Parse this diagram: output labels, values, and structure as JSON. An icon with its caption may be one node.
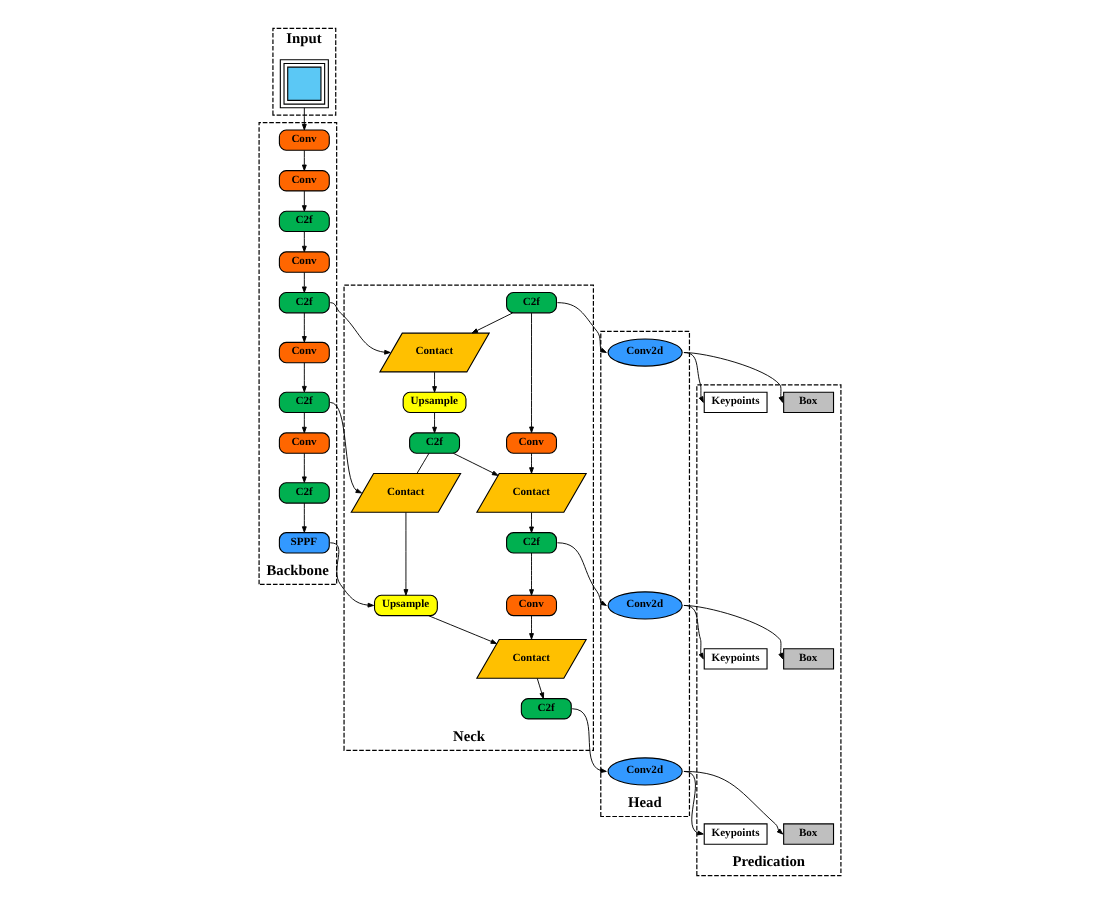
{
  "diagram": {
    "nodes": [
      {
        "text": [
          "Input"
        ]
      },
      {
        "text": [],
        "shape": "box",
        "in": 0
      },
      {
        "text": [
          "Backbone"
        ]
      },
      {
        "text": [
          "Conv"
        ],
        "in": 2
      },
      {
        "text": [
          "Conv"
        ],
        "in": 2
      },
      {
        "text": [
          "C2f"
        ],
        "in": 2
      },
      {
        "text": [
          "Conv"
        ],
        "in": 2
      },
      {
        "text": [
          "C2f"
        ],
        "in": 2
      },
      {
        "text": [
          "Conv"
        ],
        "in": 2
      },
      {
        "text": [
          "C2f"
        ],
        "in": 2
      },
      {
        "text": [
          "Conv"
        ],
        "in": 2
      },
      {
        "text": [
          "C2f"
        ],
        "in": 2
      },
      {
        "text": [
          "SPPF"
        ],
        "in": 2
      },
      {
        "text": [
          "Neck"
        ]
      },
      {
        "text": [
          "C2f"
        ],
        "in": 13
      },
      {
        "text": [
          "Contact"
        ],
        "in": 13
      },
      {
        "text": [
          "Upsample"
        ],
        "in": 13
      },
      {
        "text": [
          "C2f"
        ],
        "in": 13
      },
      {
        "text": [
          "Contact"
        ],
        "in": 13
      },
      {
        "text": [
          "Upsample"
        ],
        "in": 13
      },
      {
        "text": [
          "Conv"
        ],
        "in": 13
      },
      {
        "text": [
          "Contact"
        ],
        "in": 13
      },
      {
        "text": [
          "C2f"
        ],
        "in": 13
      },
      {
        "text": [
          "Conv"
        ],
        "in": 13
      },
      {
        "text": [
          "Contact"
        ],
        "in": 13
      },
      {
        "text": [
          "C2f"
        ],
        "in": 13
      },
      {
        "text": [
          "Head"
        ]
      },
      {
        "text": [
          "Conv2d"
        ],
        "in": 26
      },
      {
        "text": [
          "Conv2d"
        ],
        "in": 26
      },
      {
        "text": [
          "Conv2d"
        ],
        "in": 26
      },
      {
        "text": [
          "Predication"
        ]
      },
      {
        "text": [
          "Box"
        ],
        "in": 30
      },
      {
        "text": [
          "Keypoints"
        ],
        "in": 30
      },
      {
        "text": [
          "Box"
        ],
        "in": 30
      },
      {
        "text": [
          "Keypoints"
        ],
        "in": 30
      },
      {
        "text": [
          "Box"
        ],
        "in": 30
      },
      {
        "text": [
          "Keypoints"
        ],
        "in": 30
      }
    ],
    "edges": [
      {
        "from": 1,
        "to": 3,
        "arrow": "to"
      },
      {
        "from": 3,
        "to": 4,
        "arrow": "to"
      },
      {
        "from": 4,
        "to": 5,
        "arrow": "to"
      },
      {
        "from": 5,
        "to": 6,
        "arrow": "to"
      },
      {
        "from": 6,
        "to": 7,
        "arrow": "to"
      },
      {
        "from": 7,
        "to": 8,
        "arrow": "to"
      },
      {
        "from": 8,
        "to": 9,
        "arrow": "to"
      },
      {
        "from": 9,
        "to": 10,
        "arrow": "to"
      },
      {
        "from": 10,
        "to": 11,
        "arrow": "to"
      },
      {
        "from": 11,
        "to": 12,
        "arrow": "to"
      },
      {
        "from": 7,
        "to": 15,
        "arrow": "to"
      },
      {
        "from": 9,
        "to": 18,
        "arrow": "to"
      },
      {
        "from": 12,
        "to": 19,
        "arrow": "to"
      },
      {
        "from": 14,
        "to": 15,
        "arrow": "to"
      },
      {
        "from": 15,
        "to": 16,
        "arrow": "to"
      },
      {
        "from": 16,
        "to": 17,
        "arrow": "to"
      },
      {
        "from": 17,
        "to": 18,
        "arrow": "none"
      },
      {
        "from": 18,
        "to": 19,
        "arrow": "to"
      },
      {
        "from": 14,
        "to": 20,
        "arrow": "to"
      },
      {
        "from": 17,
        "to": 21,
        "arrow": "to"
      },
      {
        "from": 20,
        "to": 21,
        "arrow": "to"
      },
      {
        "from": 21,
        "to": 22,
        "arrow": "to"
      },
      {
        "from": 22,
        "to": 23,
        "arrow": "to"
      },
      {
        "from": 23,
        "to": 24,
        "arrow": "to"
      },
      {
        "from": 19,
        "to": 24,
        "arrow": "to"
      },
      {
        "from": 24,
        "to": 25,
        "arrow": "to"
      },
      {
        "from": 14,
        "to": 27,
        "arrow": "to"
      },
      {
        "from": 22,
        "to": 28,
        "arrow": "to"
      },
      {
        "from": 25,
        "to": 29,
        "arrow": "to"
      },
      {
        "from": 27,
        "to": 31,
        "arrow": "to"
      },
      {
        "from": 27,
        "to": 32,
        "arrow": "to"
      },
      {
        "from": 28,
        "to": 33,
        "arrow": "to"
      },
      {
        "from": 28,
        "to": 34,
        "arrow": "to"
      },
      {
        "from": 29,
        "to": 35,
        "arrow": "to"
      },
      {
        "from": 29,
        "to": 36,
        "arrow": "to"
      }
    ]
  }
}
